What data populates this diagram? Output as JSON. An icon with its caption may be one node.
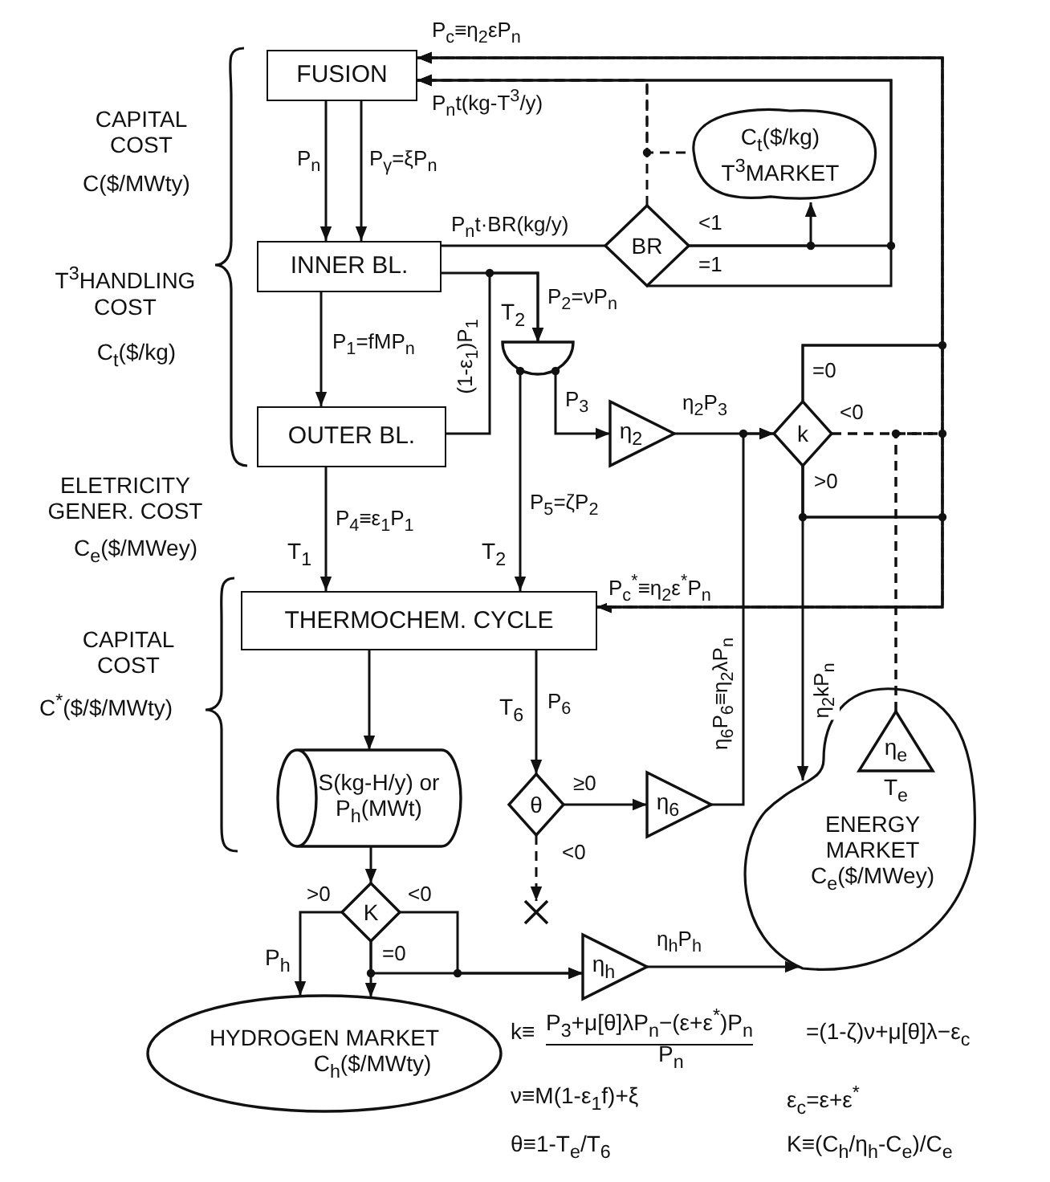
{
  "diagram": {
    "nodes": [
      {
        "text": [
          "FUSION"
        ]
      },
      {
        "text": [
          "INNER BL."
        ]
      },
      {
        "text": [
          "OUTER BL."
        ]
      },
      {
        "text": [
          "THERMOCHEM. CYCLE"
        ]
      },
      {
        "text": [
          "BR"
        ]
      },
      {
        "text": [
          "C$_{t}$($/kg)",
          "T$^{3}$MARKET"
        ]
      },
      {
        "text": [],
        "shape": "semicircle"
      },
      {
        "text": [
          "η$_{2}$"
        ]
      },
      {
        "text": [
          "k"
        ]
      },
      {
        "text": [
          "S(kg-H/y) or P$_{h}$(MWt)"
        ]
      },
      {
        "text": [
          "θ"
        ]
      },
      {
        "text": [
          "η$_{6}$"
        ]
      },
      {
        "text": [
          "ENERGY MARKET",
          "C$_{e}$($/MWey)"
        ]
      },
      {
        "text": [
          "η$_{e}$"
        ],
        "beside": [
          "T$_{e}$"
        ],
        "in": 12
      },
      {
        "text": [
          "K"
        ]
      },
      {
        "text": [
          "η$_{h}$"
        ]
      },
      {
        "text": [
          "HYDROGEN MARKET",
          "C$_{h}$($/MWty)"
        ]
      },
      {
        "text": [],
        "shape": "cross"
      }
    ],
    "edges": [
      {
        "from": 0,
        "to": 1,
        "arrow": "to",
        "label": "P$_{n}$"
      },
      {
        "from": 0,
        "to": 1,
        "arrow": "to",
        "label": "P$_{γ}$=ξP$_{n}$"
      },
      {
        "from": 1,
        "to": 2,
        "arrow": "to",
        "label": "P$_{1}$=fMP$_{n}$"
      },
      {
        "from": 1,
        "to": 4,
        "arrow": "none",
        "label": "P$_{n}$t·BR(kg/y)"
      },
      {
        "from": 1,
        "to": 6,
        "arrow": "to",
        "label": "P$_{2}$=νP$_{n}$"
      },
      {
        "from": 2,
        "to": 6,
        "arrow": "to",
        "label": "(1-ε$_{1}$)P$_{1}$"
      },
      {
        "from": 2,
        "to": 3,
        "arrow": "to",
        "label": "P$_{4}$≡ε$_{1}$P$_{1}$"
      },
      {
        "from": 6,
        "to": 3,
        "arrow": "to",
        "label": "P$_{5}$=ζP$_{2}$"
      },
      {
        "from": 6,
        "to": 7,
        "arrow": "to",
        "label": "P$_{3}$"
      },
      {
        "from": 7,
        "to": 8,
        "arrow": "to",
        "label": "η$_{2}$P$_{3}$"
      },
      {
        "from": 4,
        "to": 5,
        "arrow": "to",
        "label": "<1"
      },
      {
        "from": 4,
        "to": 0,
        "arrow": "to",
        "label": "P$_{n}$t(kg-T$^{3}$/y)"
      },
      {
        "from": 4,
        "to": 0,
        "arrow": "to",
        "label": "=1"
      },
      {
        "from": 4,
        "to": 0,
        "arrow": "to",
        "style": "dashed"
      },
      {
        "from": 5,
        "to": 0,
        "arrow": "to",
        "style": "dashed"
      },
      {
        "from": 8,
        "to": 0,
        "arrow": "to",
        "label": "=0"
      },
      {
        "from": 8,
        "to": 0,
        "arrow": "to",
        "label": "<0",
        "style": "dashed"
      },
      {
        "from": 8,
        "to": 0,
        "arrow": "to",
        "label": ">0"
      },
      {
        "from": 8,
        "to": 3,
        "arrow": "to",
        "label": "P$_{c}$$^{*}$≡η$_{2}$ε$^{*}$P$_{n}$"
      },
      {
        "from": 8,
        "to": 3,
        "arrow": "to",
        "style": "dashed"
      },
      {
        "from": 8,
        "to": 3,
        "arrow": "to"
      },
      {
        "from": 8,
        "to": 12,
        "arrow": "to",
        "label": "η$_{2}$kP$_{n}$"
      },
      {
        "from": 13,
        "to": 0,
        "arrow": "to",
        "label": "P$_{c}$≡η$_{2}$εP$_{n}$",
        "style": "dashed"
      },
      {
        "from": 13,
        "to": 3,
        "arrow": "to",
        "style": "dashed"
      },
      {
        "from": 3,
        "to": 9,
        "arrow": "to"
      },
      {
        "from": 3,
        "to": 10,
        "arrow": "to",
        "label": "P$_{6}$"
      },
      {
        "from": 10,
        "to": 11,
        "arrow": "to",
        "label": "≥0"
      },
      {
        "from": 10,
        "to": 17,
        "arrow": "to",
        "label": "<0",
        "style": "dashed"
      },
      {
        "from": 11,
        "to": 8,
        "arrow": "to",
        "label": "η$_{6}$P$_{6}$≡η$_{2}$λP$_{n}$"
      },
      {
        "from": 9,
        "to": 14,
        "arrow": "to"
      },
      {
        "from": 14,
        "to": 16,
        "arrow": "to",
        "label": ">0"
      },
      {
        "from": 14,
        "to": 16,
        "arrow": "to",
        "label": "=0"
      },
      {
        "from": 14,
        "to": 15,
        "arrow": "to"
      },
      {
        "from": 14,
        "to": 15,
        "arrow": "to",
        "label": "<0"
      },
      {
        "from": 15,
        "to": 12,
        "arrow": "to",
        "label": "η$_{h}$P$_{h}$"
      }
    ],
    "labels": [
      "CAPITAL COST",
      "C($/MWty)",
      "T$^{3}$HANDLING COST",
      "C$_{t}$($/kg)",
      "ELETRICITY GENER. COST",
      "C$_{e}$($/MWey)",
      "CAPITAL COST",
      "C$^{*}$($/$/MWty)",
      "T$_{2}$",
      "T$_{1}$",
      "T$_{2}$",
      "T$_{6}$",
      "P$_{h}$",
      "k≡",
      "P$_{3}$+μ[θ]λP$_{n}$−(ε+ε$^{*}$)P$_{n}$",
      "P$_{n}$",
      "=(1-ζ)ν+μ[θ]λ−ε$_{c}$",
      "ν≡M(1-ε$_{1}$f)+ξ",
      "ε$_{c}$=ε+ε$^{*}$",
      "θ≡1-T$_{e}$/T$_{6}$",
      "K≡(C$_{h}$/η$_{h}$-C$_{e}$)/C$_{e}$"
    ]
  }
}
